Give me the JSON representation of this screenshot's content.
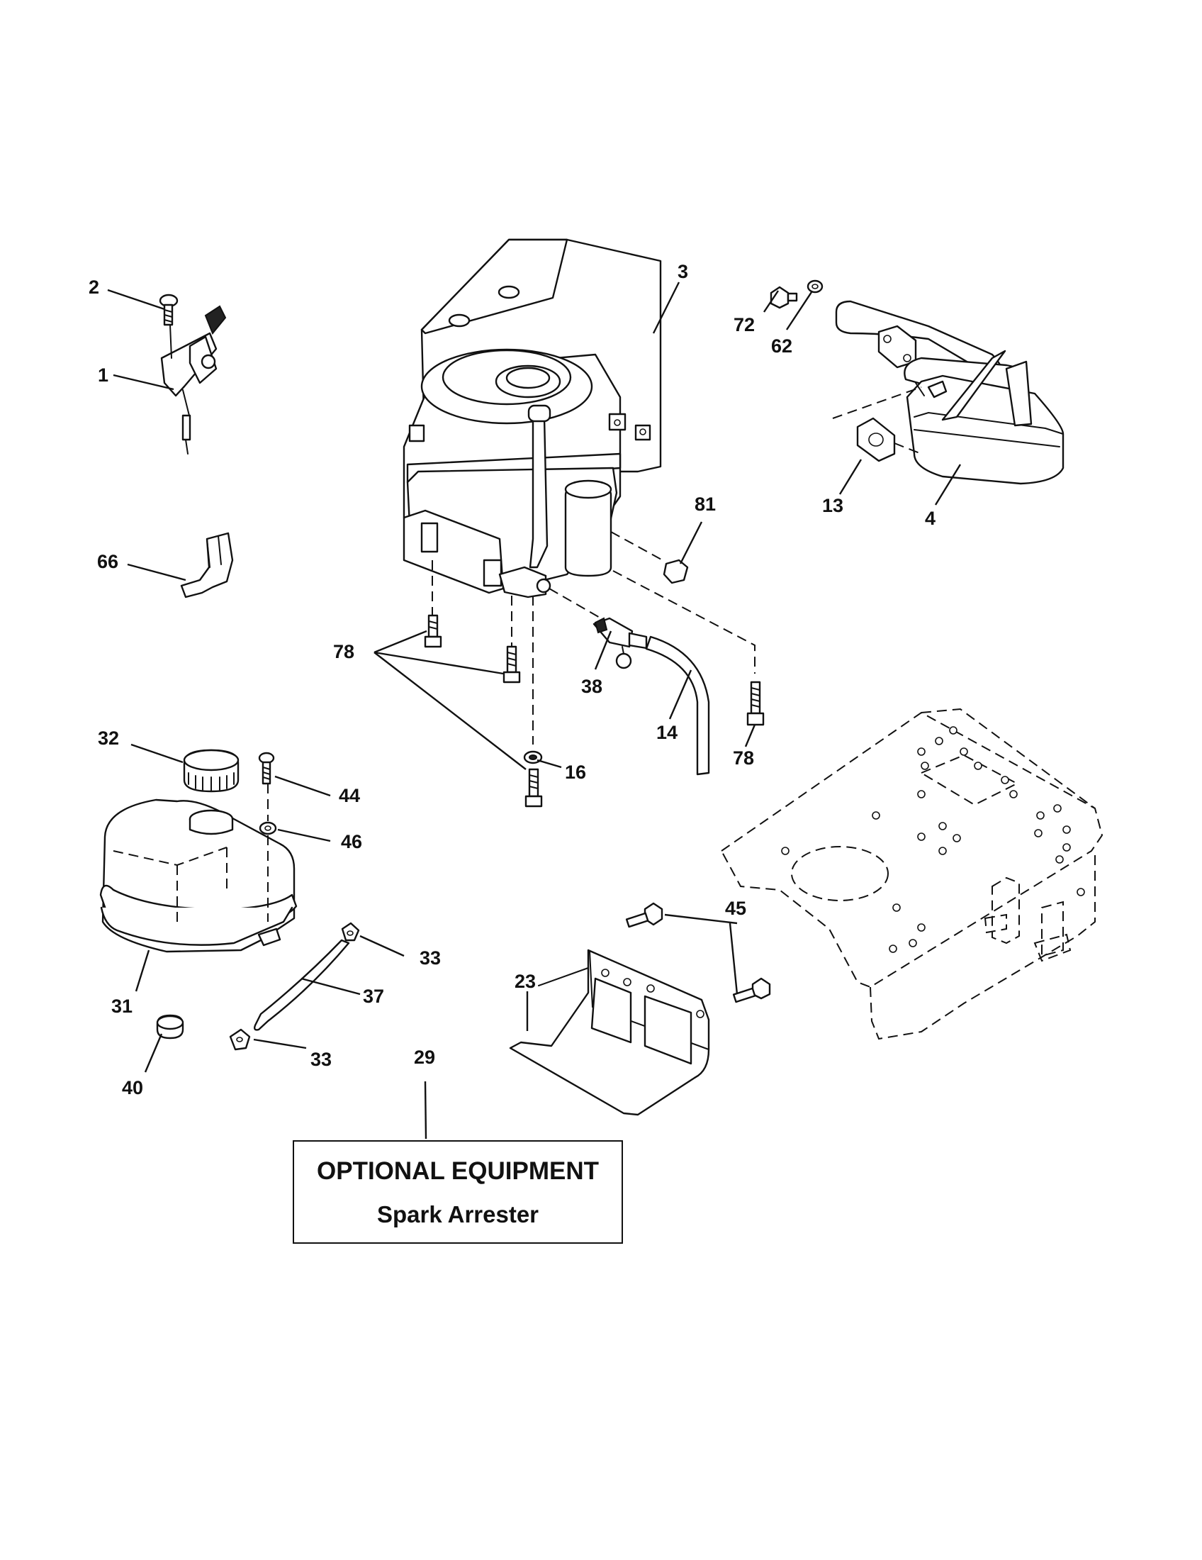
{
  "callouts": {
    "c1": "1",
    "c2": "2",
    "c3": "3",
    "c4": "4",
    "c13": "13",
    "c14": "14",
    "c16": "16",
    "c23": "23",
    "c29": "29",
    "c31": "31",
    "c32": "32",
    "c33a": "33",
    "c33b": "33",
    "c37": "37",
    "c38": "38",
    "c40": "40",
    "c44": "44",
    "c45": "45",
    "c46": "46",
    "c62": "62",
    "c66": "66",
    "c72": "72",
    "c78a": "78",
    "c78b": "78",
    "c81": "81"
  },
  "note": {
    "title": "OPTIONAL EQUIPMENT",
    "subtitle": "Spark Arrester"
  }
}
